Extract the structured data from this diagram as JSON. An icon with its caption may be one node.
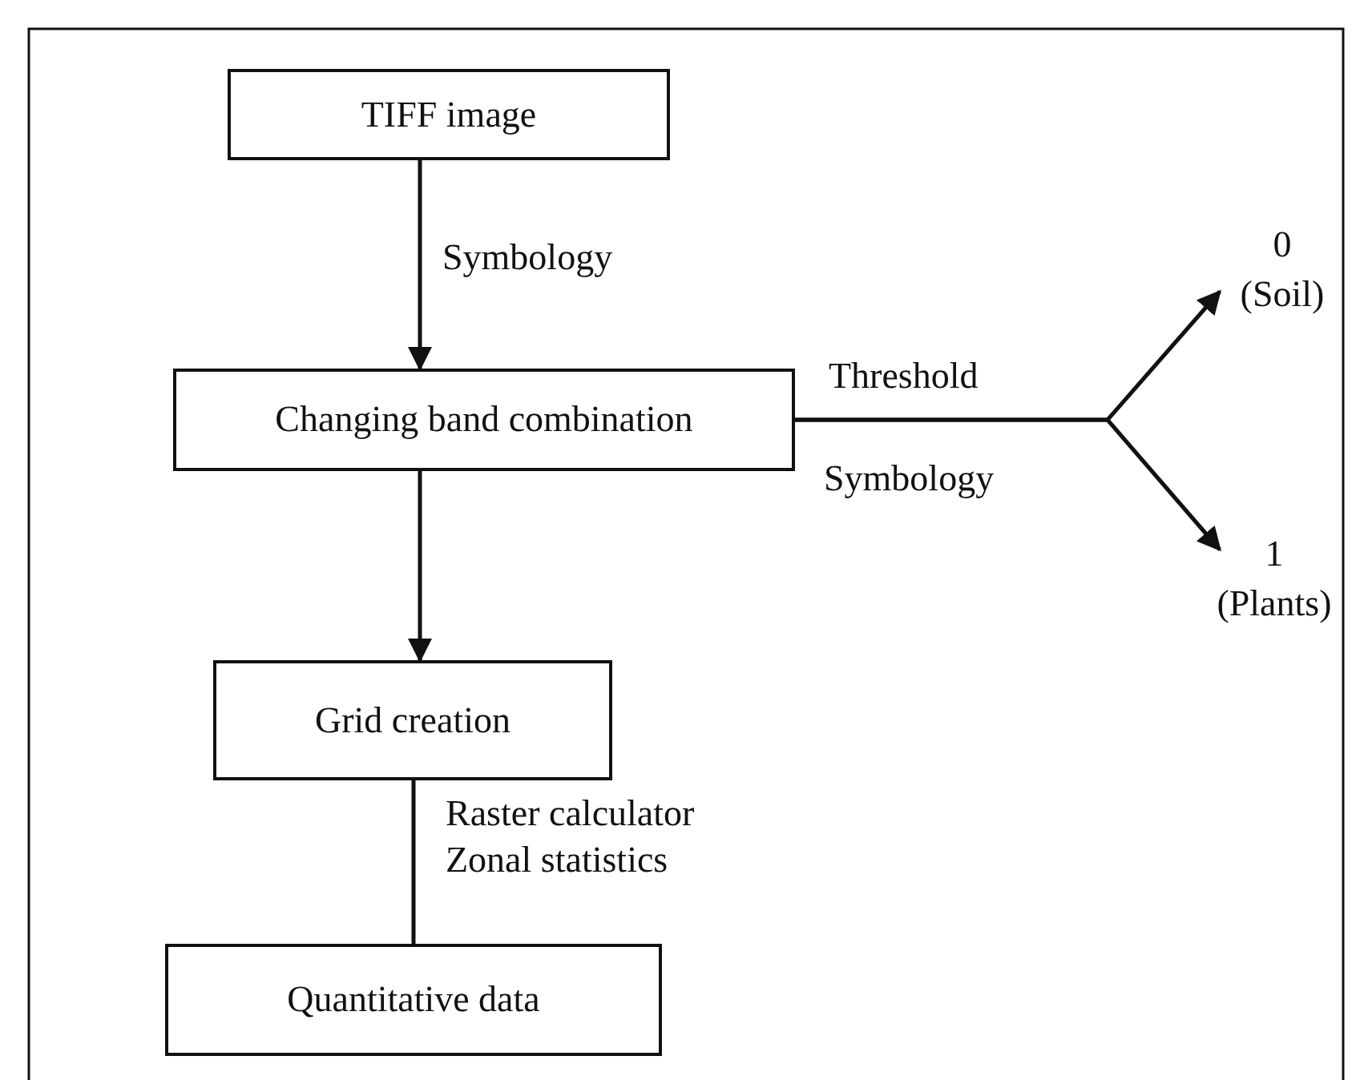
{
  "diagram": {
    "nodes": [
      {
        "text": [
          "TIFF image"
        ]
      },
      {
        "text": [
          "Changing band combination"
        ]
      },
      {
        "text": [
          "Grid creation"
        ]
      },
      {
        "text": [
          "Quantitative data"
        ]
      },
      {
        "text": [
          "0",
          "(Soil)"
        ]
      },
      {
        "text": [
          "1",
          "(Plants)"
        ]
      }
    ],
    "edges": [
      {
        "from": 0,
        "to": 1,
        "arrow": "to",
        "label": "Symbology"
      },
      {
        "from": 1,
        "to": 2,
        "arrow": "to"
      },
      {
        "from": 2,
        "to": 3,
        "arrow": "none",
        "label": "Raster calculator Zonal statistics"
      },
      {
        "from": 1,
        "to": 4,
        "arrow": "to",
        "label": "Threshold"
      },
      {
        "from": 1,
        "to": 5,
        "arrow": "to",
        "label": "Symbology"
      }
    ]
  }
}
